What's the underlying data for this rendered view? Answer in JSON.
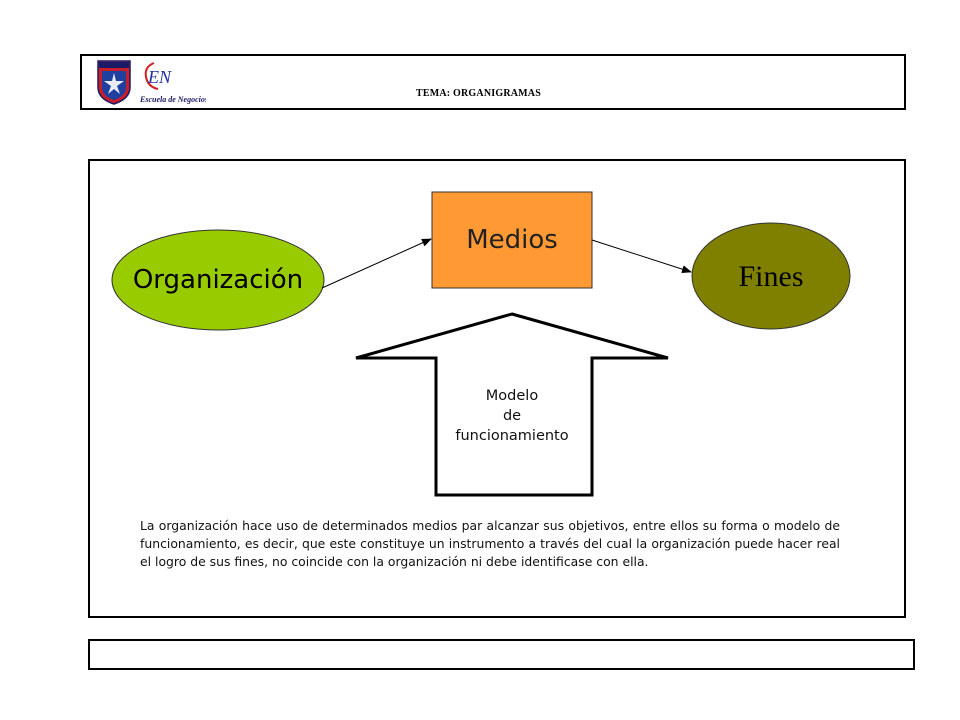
{
  "header": {
    "title": "TEMA: ORGANIGRAMAS",
    "logo_text": "Escuela de Negocios",
    "logo_initials": "EN"
  },
  "diagram": {
    "organization": "Organización",
    "means": "Medios",
    "ends": "Fines",
    "model_lines": [
      "Modelo",
      "de",
      "funcionamiento"
    ],
    "colors": {
      "organization": "#99cc00",
      "means": "#ff9933",
      "ends": "#808000"
    }
  },
  "description": "La organización hace uso de determinados medios par alcanzar sus objetivos, entre ellos su forma o modelo de funcionamiento, es decir, que este constituye un instrumento a través del cual la organización puede hacer real el logro de sus fines, no coincide con la organización ni debe identificase con ella."
}
